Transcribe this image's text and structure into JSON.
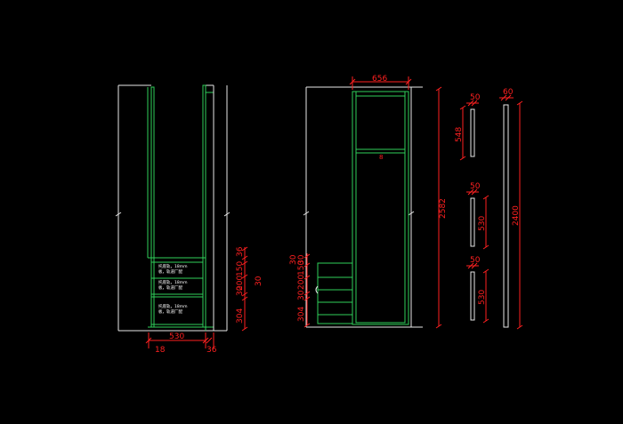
{
  "colors": {
    "background": "#000000",
    "outline": "#e8e8e8",
    "panel": "#2fd05a",
    "dimension": "#ff2020",
    "annotation": "#ffffff"
  },
  "left_view": {
    "width_dim": "530",
    "left_offset_dim": "18",
    "right_offset_dim": "36",
    "stack_dims": [
      "304",
      "30",
      "200",
      "150",
      "30",
      "36"
    ],
    "drawer_notes": [
      "托底轨，18mm",
      "板，轨道厂配",
      "托底轨，18mm",
      "板，轨道厂配",
      "托底轨，18mm",
      "板，轨道厂配"
    ]
  },
  "right_view": {
    "width_dim": "656",
    "height_dim": "2582",
    "rod_mark": "8",
    "stack_dims": [
      "304",
      "30",
      "200",
      "150",
      "30",
      "30"
    ]
  },
  "parts": {
    "part_a": {
      "width": "50",
      "length": "548"
    },
    "part_b": {
      "width": "50",
      "length": "530"
    },
    "part_c": {
      "width": "50",
      "length": "530"
    },
    "part_d": {
      "width": "60",
      "length": "2400"
    }
  }
}
